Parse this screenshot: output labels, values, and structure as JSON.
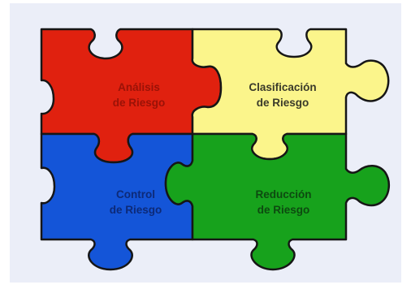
{
  "pieces": {
    "analysis": {
      "line1": "Análisis",
      "line2": "de Riesgo",
      "color": "#e0210f",
      "label_color": "#9a1207"
    },
    "classification": {
      "line1": "Clasificación",
      "line2": "de Riesgo",
      "color": "#fbf58b",
      "label_color": "#3a3a2a"
    },
    "control": {
      "line1": "Control",
      "line2": "de Riesgo",
      "color": "#1455d8",
      "label_color": "#0d2a78"
    },
    "reduction": {
      "line1": "Reducción",
      "line2": "de Riesgo",
      "color": "#17a21c",
      "label_color": "#0d4a10"
    }
  },
  "outline_color": "#161616",
  "frame_color": "#ebeef8"
}
